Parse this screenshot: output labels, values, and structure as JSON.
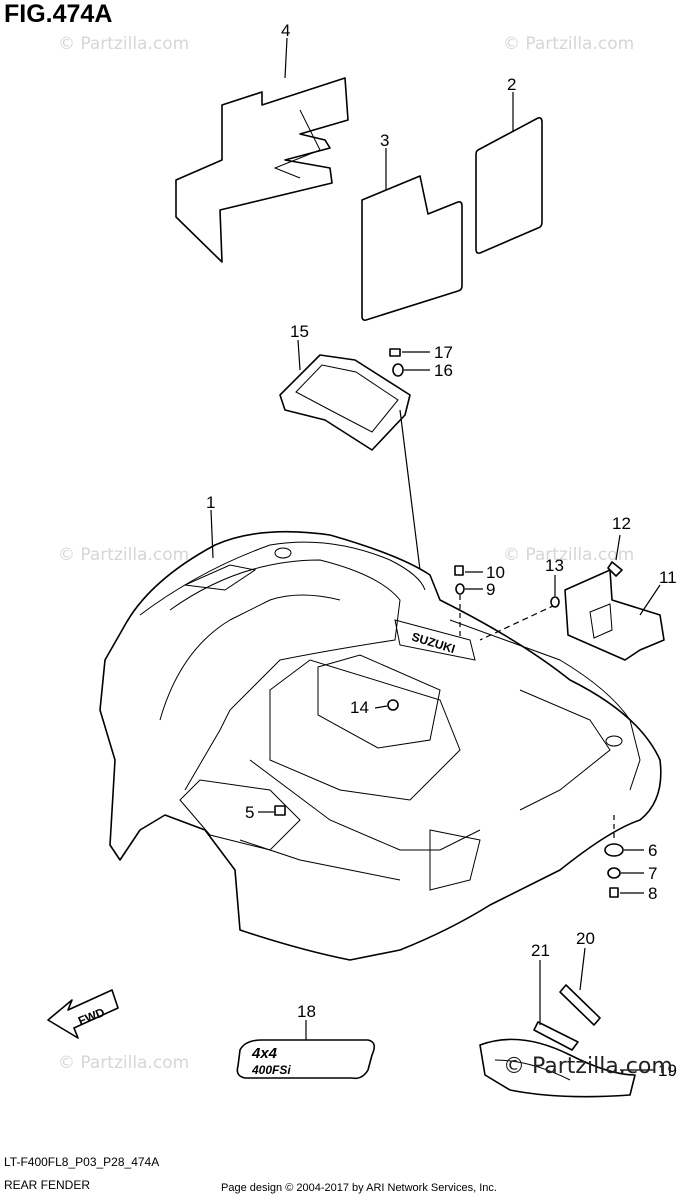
{
  "figure": {
    "title": "FIG.474A",
    "code": "LT-F400FL8_P03_P28_474A",
    "name": "REAR FENDER",
    "credit": "Page design © 2004-2017 by ARI Network Services, Inc."
  },
  "watermark": {
    "text": "© Partzilla.com",
    "corner_text": "© Partzilla.com"
  },
  "callouts": [
    "4",
    "2",
    "3",
    "15",
    "17",
    "16",
    "1",
    "12",
    "13",
    "11",
    "10",
    "9",
    "14",
    "5",
    "6",
    "7",
    "8",
    "20",
    "21",
    "18",
    "19"
  ],
  "decals": {
    "brand": "SUZUKI",
    "fwd": "FWD",
    "badge_top": "4x4",
    "badge_bottom": "400FSi"
  }
}
